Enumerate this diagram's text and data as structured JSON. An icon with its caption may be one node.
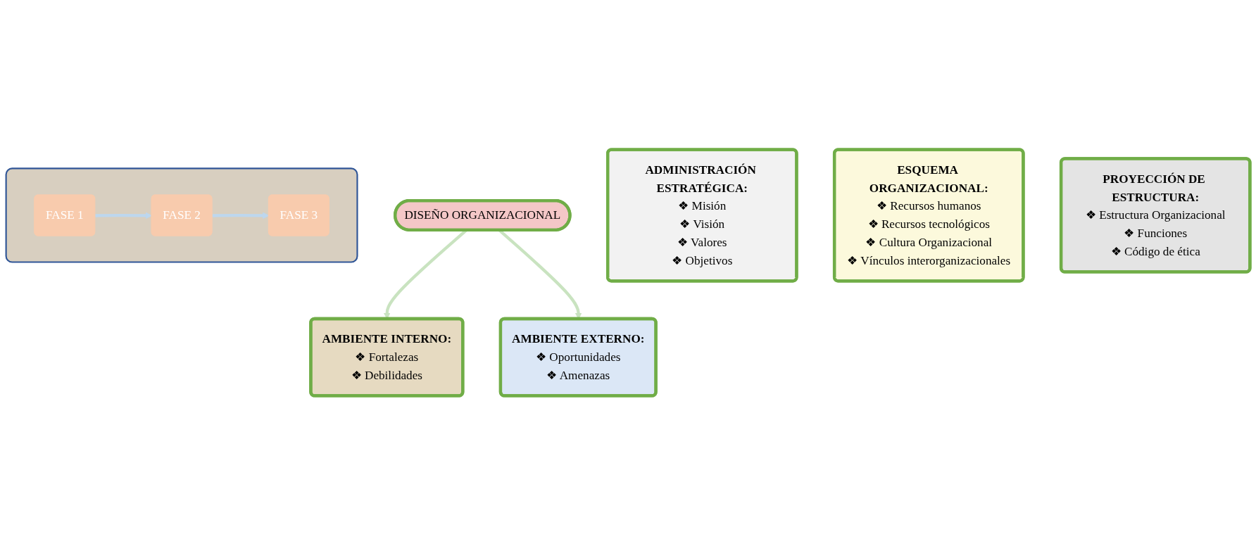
{
  "diagram": {
    "nodes": [
      {
        "text": [
          "AMBIENTE INTERNO:",
          "❖ Fortalezas",
          "❖ Debilidades"
        ]
      },
      {
        "text": [
          "DISEÑO ORGANIZACIONAL"
        ]
      },
      {
        "text": [
          "AMBIENTE EXTERNO:",
          "❖ Oportunidades",
          "❖ Amenazas"
        ]
      },
      {
        "text": [],
        "shape": "box"
      },
      {
        "text": [
          "FASE 1"
        ],
        "in": 3
      },
      {
        "text": [
          "FASE 2"
        ],
        "in": 3
      },
      {
        "text": [
          "FASE 3"
        ],
        "in": 3
      },
      {
        "text": [
          "ADMINISTRACIÓN ESTRATÉGICA:",
          "❖ Misión",
          "❖ Visión",
          "❖ Valores",
          "❖ Objetivos"
        ]
      },
      {
        "text": [
          "ESQUEMA ORGANIZACIONAL:",
          "❖ Recursos humanos",
          "❖ Recursos tecnológicos",
          "❖ Cultura Organizacional",
          "❖ Vínculos interorganizacionales"
        ]
      },
      {
        "text": [
          "PROYECCIÓN DE ESTRUCTURA:",
          "❖ Estructura Organizacional",
          "❖ Funciones",
          "❖ Código de ética"
        ]
      }
    ],
    "edges": [
      {
        "from": 1,
        "to": 0,
        "arrow": "to",
        "color": "#c9e3c0"
      },
      {
        "from": 1,
        "to": 2,
        "arrow": "to",
        "color": "#c9e3c0"
      },
      {
        "from": 4,
        "to": 5,
        "arrow": "to",
        "color": "#bdd7ee"
      },
      {
        "from": 5,
        "to": 6,
        "arrow": "to",
        "color": "#bdd7ee"
      }
    ]
  }
}
